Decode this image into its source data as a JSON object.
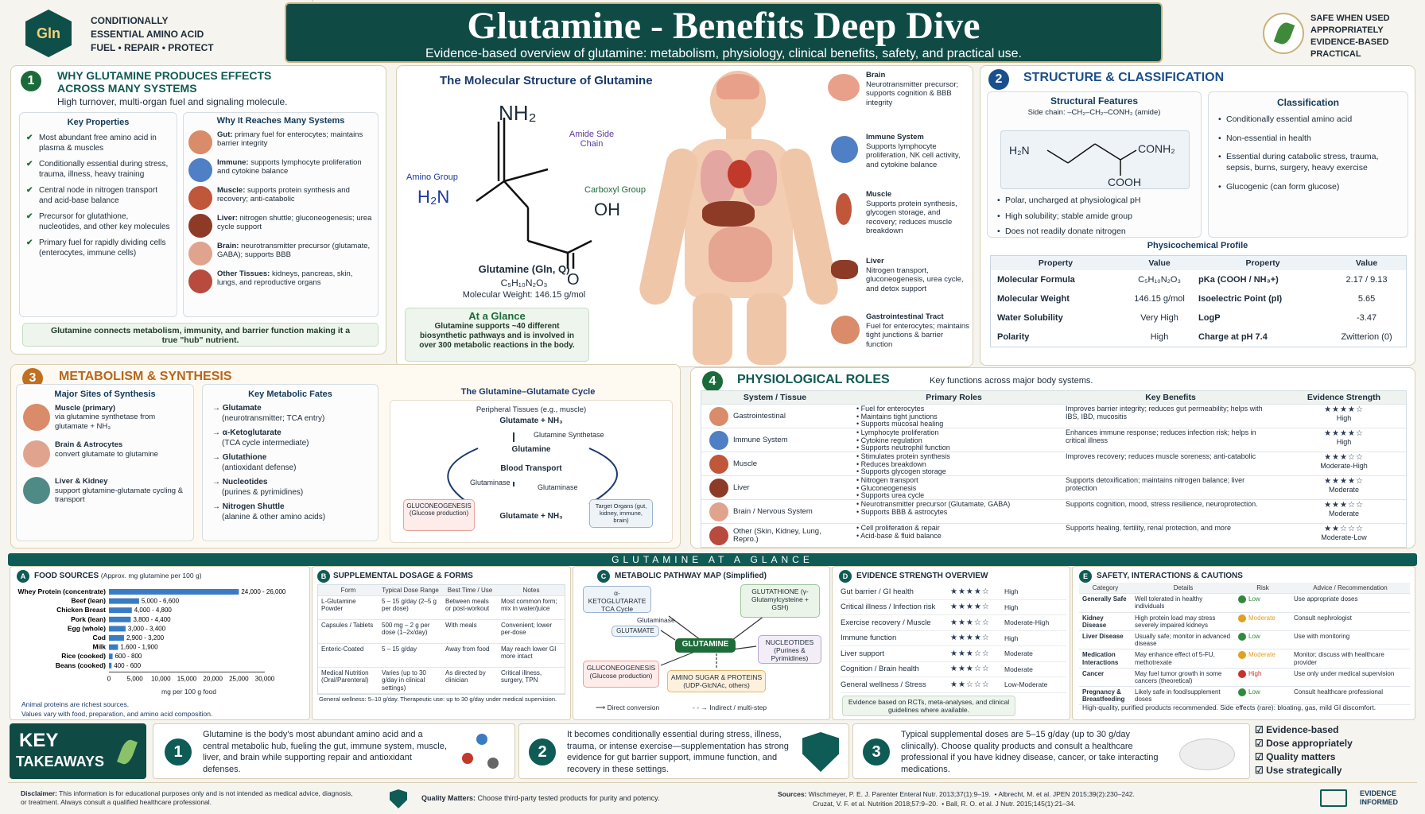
{
  "header": {
    "logo": "Gln",
    "tag_lines": [
      "CONDITIONALLY",
      "ESSENTIAL AMINO ACID",
      "FUEL • REPAIR • PROTECT"
    ],
    "title": "Glutamine - Benefits Deep Dive",
    "subtitle": "Evidence-based overview of glutamine: metabolism, physiology, clinical benefits, safety, and practical use.",
    "right_lines": [
      "SAFE WHEN USED",
      "APPROPRIATELY",
      "EVIDENCE-BASED",
      "PRACTICAL"
    ]
  },
  "s1": {
    "num": "1",
    "title1": "WHY GLUTAMINE PRODUCES EFFECTS",
    "title2": "ACROSS MANY SYSTEMS",
    "subtitle": "High turnover, multi-organ fuel and signaling molecule.",
    "key_title": "Key Properties",
    "key_props": [
      "Most abundant free amino acid in plasma & muscles",
      "Conditionally essential during stress, trauma, illness, heavy training",
      "Central node in nitrogen transport and acid-base balance",
      "Precursor for glutathione, nucleotides, and other key molecules",
      "Primary fuel for rapidly dividing cells (enterocytes, immune cells)"
    ],
    "reach_title": "Why It Reaches Many Systems",
    "systems": [
      {
        "name": "Gut:",
        "text": "primary fuel for enterocytes; maintains barrier integrity",
        "color": "#d98b6a"
      },
      {
        "name": "Immune:",
        "text": "supports lymphocyte proliferation and cytokine balance",
        "color": "#4f7fc4"
      },
      {
        "name": "Muscle:",
        "text": "supports protein synthesis and recovery; anti-catabolic",
        "color": "#c0563a"
      },
      {
        "name": "Liver:",
        "text": "nitrogen shuttle; gluconeogenesis; urea cycle support",
        "color": "#8d3b26"
      },
      {
        "name": "Brain:",
        "text": "neurotransmitter precursor (glutamate, GABA); supports BBB",
        "color": "#e0a48e"
      },
      {
        "name": "Other Tissues:",
        "text": "kidneys, pancreas, skin, lungs, and reproductive organs",
        "color": "#b94a3e"
      }
    ],
    "footer": "Glutamine connects metabolism, immunity, and barrier function making it a true \"hub\" nutrient."
  },
  "center": {
    "title": "The Molecular Structure of Glutamine",
    "nh2": "NH₂",
    "h2n": "H₂N",
    "oh": "OH",
    "o": "O",
    "amide": "Amide Side Chain",
    "amino": "Amino Group",
    "carboxyl": "Carboxyl Group",
    "name": "Glutamine (Gln, Q)",
    "formula": "C₅H₁₀N₂O₃",
    "mw": "Molecular Weight: 146.15 g/mol",
    "glance_title": "At a Glance",
    "glance_text": "Glutamine supports ~40 different biosynthetic pathways and is involved in over 300 metabolic reactions in the body.",
    "organs": [
      {
        "name": "Brain",
        "text": "Neurotransmitter precursor; supports cognition & BBB integrity"
      },
      {
        "name": "Immune System",
        "text": "Supports lymphocyte proliferation, NK cell activity, and cytokine balance"
      },
      {
        "name": "Muscle",
        "text": "Supports protein synthesis, glycogen storage, and recovery; reduces muscle breakdown"
      },
      {
        "name": "Liver",
        "text": "Nitrogen transport, gluconeogenesis, urea cycle, and detox support"
      },
      {
        "name": "Gastrointestinal Tract",
        "text": "Fuel for enterocytes; maintains tight junctions & barrier function"
      }
    ]
  },
  "s2": {
    "num": "2",
    "title": "STRUCTURE & CLASSIFICATION",
    "struct_title": "Structural Features",
    "side_chain": "Side chain: –CH₂–CH₂–CONH₂ (amide)",
    "h2n": "H₂N",
    "conh2": "CONH₂",
    "cooh": "COOH",
    "bullets": [
      "Polar, uncharged at physiological pH",
      "High solubility; stable amide group",
      "Does not readily donate nitrogen"
    ],
    "class_title": "Classification",
    "class_items": [
      "Conditionally essential amino acid",
      "Non-essential in health",
      "Essential during catabolic stress, trauma, sepsis, burns, surgery, heavy exercise",
      "Glucogenic (can form glucose)"
    ],
    "physico_title": "Physicochemical Profile",
    "headers": [
      "Property",
      "Value",
      "Property",
      "Value"
    ],
    "rows": [
      [
        "Molecular Formula",
        "C₅H₁₀N₂O₃",
        "pKa (COOH / NH₃+)",
        "2.17 / 9.13"
      ],
      [
        "Molecular Weight",
        "146.15 g/mol",
        "Isoelectric Point (pI)",
        "5.65"
      ],
      [
        "Water Solubility",
        "Very High",
        "LogP",
        "-3.47"
      ],
      [
        "Polarity",
        "High",
        "Charge at pH 7.4",
        "Zwitterion (0)"
      ]
    ]
  },
  "s3": {
    "num": "3",
    "title": "METABOLISM & SYNTHESIS",
    "sites_title": "Major Sites of Synthesis",
    "sites": [
      {
        "name": "Muscle (primary)",
        "text": "via glutamine synthetase from glutamate + NH₃"
      },
      {
        "name": "Brain & Astrocytes",
        "text": "convert glutamate to glutamine"
      },
      {
        "name": "Liver & Kidney",
        "text": "support glutamine-glutamate cycling & transport"
      }
    ],
    "fates_title": "Key Metabolic Fates",
    "fates": [
      {
        "name": "Glutamate",
        "text": "(neurotransmitter; TCA entry)"
      },
      {
        "name": "α-Ketoglutarate",
        "text": "(TCA cycle intermediate)"
      },
      {
        "name": "Glutathione",
        "text": "(antioxidant defense)"
      },
      {
        "name": "Nucleotides",
        "text": "(purines & pyrimidines)"
      },
      {
        "name": "Nitrogen Shuttle",
        "text": "(alanine & other amino acids)"
      }
    ],
    "cycle_title": "The Glutamine–Glutamate Cycle",
    "peripheral": "Peripheral Tissues (e.g., muscle)",
    "glu_nh3": "Glutamate + NH₃",
    "synthetase": "Glutamine Synthetase",
    "glutamine": "Glutamine",
    "blood": "Blood Transport",
    "glutaminase1": "Glutaminase",
    "glutaminase2": "Glutaminase",
    "gluco": "GLUCONEOGENESIS (Glucose production)",
    "glu_nh3_2": "Glutamate + NH₃",
    "target": "Target Organs (gut, kidney, immune, brain)"
  },
  "s4": {
    "num": "4",
    "title": "PHYSIOLOGICAL ROLES",
    "subtitle": "Key functions across major body systems.",
    "headers": [
      "System / Tissue",
      "Primary Roles",
      "Key Benefits",
      "Evidence Strength"
    ],
    "rows": [
      {
        "sys": "Gastrointestinal",
        "roles": [
          "Fuel for enterocytes",
          "Maintains tight junctions",
          "Supports mucosal healing"
        ],
        "benefits": "Improves barrier integrity; reduces gut permeability; helps with IBS, IBD, mucositis",
        "stars": "★★★★☆",
        "level": "High",
        "color": "#d98b6a"
      },
      {
        "sys": "Immune System",
        "roles": [
          "Lymphocyte proliferation",
          "Cytokine regulation",
          "Supports neutrophil function"
        ],
        "benefits": "Enhances immune response; reduces infection risk; helps in critical illness",
        "stars": "★★★★☆",
        "level": "High",
        "color": "#4f7fc4"
      },
      {
        "sys": "Muscle",
        "roles": [
          "Stimulates protein synthesis",
          "Reduces breakdown",
          "Supports glycogen storage"
        ],
        "benefits": "Improves recovery; reduces muscle soreness; anti-catabolic",
        "stars": "★★★☆☆",
        "level": "Moderate-High",
        "color": "#c0563a"
      },
      {
        "sys": "Liver",
        "roles": [
          "Nitrogen transport",
          "Gluconeogenesis",
          "Supports urea cycle"
        ],
        "benefits": "Supports detoxification; maintains nitrogen balance; liver protection",
        "stars": "★★★★☆",
        "level": "Moderate",
        "color": "#8d3b26"
      },
      {
        "sys": "Brain / Nervous System",
        "roles": [
          "Neurotransmitter precursor (Glutamate, GABA)",
          "Supports BBB & astrocytes"
        ],
        "benefits": "Supports cognition, mood, stress resilience, neuroprotection.",
        "stars": "★★★☆☆",
        "level": "Moderate",
        "color": "#e0a48e"
      },
      {
        "sys": "Other (Skin, Kidney, Lung, Repro.)",
        "roles": [
          "Cell proliferation & repair",
          "Acid-base & fluid balance"
        ],
        "benefits": "Supports healing, fertility, renal protection, and more",
        "stars": "★★☆☆☆",
        "level": "Moderate-Low",
        "color": "#b94a3e"
      }
    ]
  },
  "glance_banner": "GLUTAMINE AT A GLANCE",
  "food": {
    "letter": "A",
    "title": "FOOD SOURCES",
    "unit": "(Approx. mg glutamine per 100 g)",
    "xlabel": "mg per 100 g food",
    "notes": [
      "Animal proteins are richest sources.",
      "Values vary with food, preparation, and amino acid composition."
    ]
  },
  "chart_data": {
    "type": "bar",
    "orientation": "horizontal",
    "categories": [
      "Whey Protein (concentrate)",
      "Beef (lean)",
      "Chicken Breast",
      "Pork (lean)",
      "Egg (whole)",
      "Cod",
      "Milk",
      "Rice (cooked)",
      "Beans (cooked)"
    ],
    "values": [
      25000,
      5800,
      4400,
      4200,
      3200,
      2900,
      1750,
      700,
      500
    ],
    "labels": [
      "24,000 - 26,000",
      "5,000 - 6,600",
      "4,000 - 4,800",
      "3,800 - 4,400",
      "3,000 - 3,400",
      "2,900 - 3,200",
      "1,600 - 1,900",
      "600 - 800",
      "400 - 600"
    ],
    "xticks": [
      "0",
      "5,000",
      "10,000",
      "15,000",
      "20,000",
      "25,000",
      "30,000"
    ],
    "xlim": [
      0,
      30000
    ],
    "xlabel": "mg per 100 g food",
    "color": "#3a7cc4"
  },
  "dosage": {
    "letter": "B",
    "title": "SUPPLEMENTAL DOSAGE & FORMS",
    "headers": [
      "Form",
      "Typical Dose Range",
      "Best Time / Use",
      "Notes"
    ],
    "rows": [
      [
        "L-Glutamine Powder",
        "5 – 15 g/day (2–5 g per dose)",
        "Between meals or post-workout",
        "Most common form; mix in water/juice"
      ],
      [
        "Capsules / Tablets",
        "500 mg – 2 g per dose (1–2x/day)",
        "With meals",
        "Convenient; lower per-dose"
      ],
      [
        "Enteric-Coated",
        "5 – 15 g/day",
        "Away from food",
        "May reach lower GI more intact"
      ],
      [
        "Medical Nutrition (Oral/Parenteral)",
        "Varies (up to 30 g/day in clinical settings)",
        "As directed by clinician",
        "Critical illness, surgery, TPN"
      ]
    ],
    "note": "General wellness: 5–10 g/day. Therapeutic use: up to 30 g/day under medical supervision."
  },
  "pathway": {
    "letter": "C",
    "title": "METABOLIC PATHWAY MAP (Simplified)",
    "akg": "α-KETOGLUTARATE TCA Cycle",
    "gsh": "GLUTATHIONE (γ-Glutamylcysteine + GSH)",
    "glutaminase": "Glutaminase",
    "glutamate": "GLUTAMATE",
    "glutamine": "GLUTAMINE",
    "nucleotides": "NUCLEOTIDES (Purines & Pyrimidines)",
    "gluco": "GLUCONEOGENESIS (Glucose production)",
    "amino_sugar": "AMINO SUGAR & PROTEINS (UDP-GlcNAc, others)",
    "legend_direct": "Direct conversion",
    "legend_indirect": "Indirect / multi-step"
  },
  "evidence": {
    "letter": "D",
    "title": "EVIDENCE STRENGTH OVERVIEW",
    "rows": [
      [
        "Gut barrier / GI health",
        "★★★★☆",
        "High"
      ],
      [
        "Critical illness / Infection risk",
        "★★★★☆",
        "High"
      ],
      [
        "Exercise recovery / Muscle",
        "★★★☆☆",
        "Moderate-High"
      ],
      [
        "Immune function",
        "★★★★☆",
        "High"
      ],
      [
        "Liver support",
        "★★★☆☆",
        "Moderate"
      ],
      [
        "Cognition / Brain health",
        "★★★☆☆",
        "Moderate"
      ],
      [
        "General wellness / Stress",
        "★★☆☆☆",
        "Low-Moderate"
      ]
    ],
    "note": "Evidence based on RCTs, meta-analyses, and clinical guidelines where available."
  },
  "safety": {
    "letter": "E",
    "title": "SAFETY, INTERACTIONS & CAUTIONS",
    "headers": [
      "Category",
      "Details",
      "Risk",
      "Advice / Recommendation"
    ],
    "rows": [
      [
        "Generally Safe",
        "Well tolerated in healthy individuals",
        "Low",
        "Use appropriate doses",
        "#2f8a3e"
      ],
      [
        "Kidney Disease",
        "High protein load may stress severely impaired kidneys",
        "Moderate",
        "Consult nephrologist",
        "#e0a020"
      ],
      [
        "Liver Disease",
        "Usually safe; monitor in advanced disease",
        "Low",
        "Use with monitoring",
        "#2f8a3e"
      ],
      [
        "Medication Interactions",
        "May enhance effect of 5-FU, methotrexate",
        "Moderate",
        "Monitor; discuss with healthcare provider",
        "#e0a020"
      ],
      [
        "Cancer",
        "May fuel tumor growth in some cancers (theoretical)",
        "High",
        "Use only under medical supervision",
        "#c8322c"
      ],
      [
        "Pregnancy & Breastfeeding",
        "Likely safe in food/supplement doses",
        "Low",
        "Consult healthcare professional",
        "#2f8a3e"
      ]
    ],
    "note": "High-quality, purified products recommended. Side effects (rare): bloating, gas, mild GI discomfort."
  },
  "takeaways": {
    "label1": "KEY",
    "label2": "TAKEAWAYS",
    "items": [
      {
        "num": "1",
        "text": "Glutamine is the body's most abundant amino acid and a central metabolic hub, fueling the gut, immune system, muscle, liver, and brain while supporting repair and antioxidant defenses."
      },
      {
        "num": "2",
        "text": "It becomes conditionally essential during stress, illness, trauma, or intense exercise—supplementation has strong evidence for gut barrier support, immune function, and recovery in these settings."
      },
      {
        "num": "3",
        "text": "Typical supplemental doses are 5–15 g/day (up to 30 g/day clinically). Choose quality products and consult a healthcare professional if you have kidney disease, cancer, or take interacting medications."
      }
    ],
    "checklist": [
      "Evidence-based",
      "Dose appropriately",
      "Quality matters",
      "Use strategically"
    ]
  },
  "footer": {
    "disclaimer_label": "Disclaimer:",
    "disclaimer": "This information is for educational purposes only and is not intended as medical advice, diagnosis, or treatment. Always consult a qualified healthcare professional.",
    "quality_label": "Quality Matters:",
    "quality": "Choose third-party tested products for purity and potency.",
    "sources_label": "Sources:",
    "sources": [
      "Wischmeyer, P. E. J. Parenter Enteral Nutr. 2013;37(1):9–19.",
      "Albrecht, M. et al. JPEN 2015;39(2):230–242.",
      "Cruzat, V. F. et al. Nutrition 2018;57:9–20.",
      "Ball, R. O. et al. J Nutr. 2015;145(1):21–34."
    ],
    "badge": [
      "EVIDENCE",
      "INFORMED"
    ]
  }
}
